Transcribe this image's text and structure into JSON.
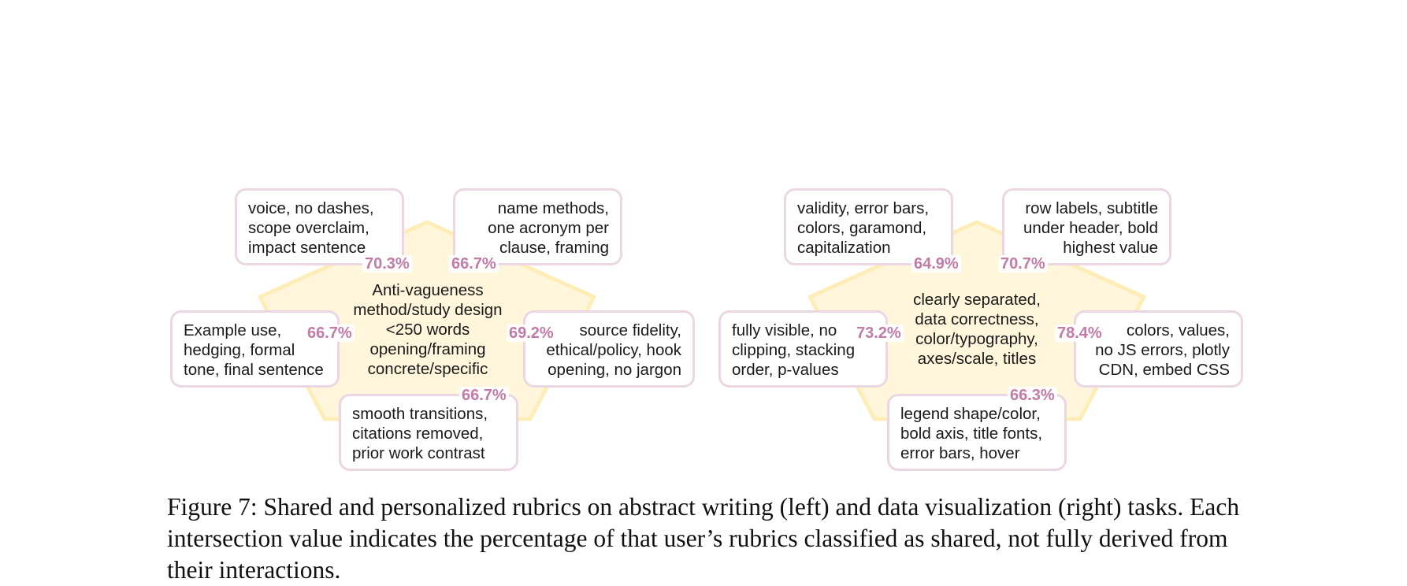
{
  "diagrams": [
    {
      "center_text": "Anti-vagueness\nmethod/study design\n<250 words\nopening/framing\nconcrete/specific",
      "boxes": [
        {
          "text": "voice, no dashes,\nscope overclaim,\nimpact sentence",
          "percent": "70.3%"
        },
        {
          "text": "name methods,\none acronym per\nclause, framing",
          "percent": "66.7%"
        },
        {
          "text": "source fidelity,\nethical/policy, hook\nopening, no jargon",
          "percent": "69.2%"
        },
        {
          "text": "smooth transitions,\ncitations removed,\nprior work contrast",
          "percent": "66.7%"
        },
        {
          "text": "Example use,\nhedging, formal\ntone, final sentence",
          "percent": "66.7%"
        }
      ]
    },
    {
      "center_text": "clearly separated,\ndata correctness,\ncolor/typography,\naxes/scale, titles",
      "boxes": [
        {
          "text": "validity, error bars,\ncolors, garamond,\ncapitalization",
          "percent": "64.9%"
        },
        {
          "text": "row labels, subtitle\nunder header, bold\nhighest value",
          "percent": "70.7%"
        },
        {
          "text": "colors, values,\nno JS errors, plotly\nCDN, embed CSS",
          "percent": "78.4%"
        },
        {
          "text": "legend shape/color,\nbold axis, title fonts,\nerror bars, hover",
          "percent": "66.3%"
        },
        {
          "text": "fully visible, no\nclipping, stacking\norder, p-values",
          "percent": "73.2%"
        }
      ]
    }
  ],
  "caption": "Figure 7: Shared and personalized rubrics on abstract writing (left) and data visualization (right) tasks. Each intersection value indicates the percentage of that user’s rubrics classified as shared, not fully derived from their interactions."
}
